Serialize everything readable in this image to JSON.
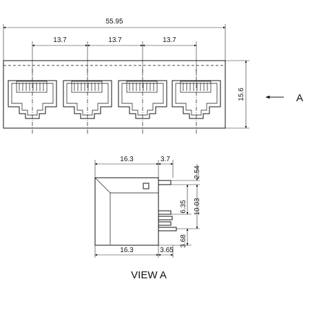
{
  "front_view": {
    "overall_width": "55.95",
    "pitches": [
      "13.7",
      "13.7",
      "13.7"
    ],
    "height": "15.6",
    "view_arrow_label": "A",
    "port_count": 4
  },
  "side_view": {
    "top_left": "16.3",
    "top_right": "3.7",
    "bottom_left": "16.3",
    "bottom_right": "3.65",
    "right_dims": [
      "2.54",
      "10.03",
      "6.35",
      "3.68"
    ]
  },
  "caption": "VIEW A"
}
